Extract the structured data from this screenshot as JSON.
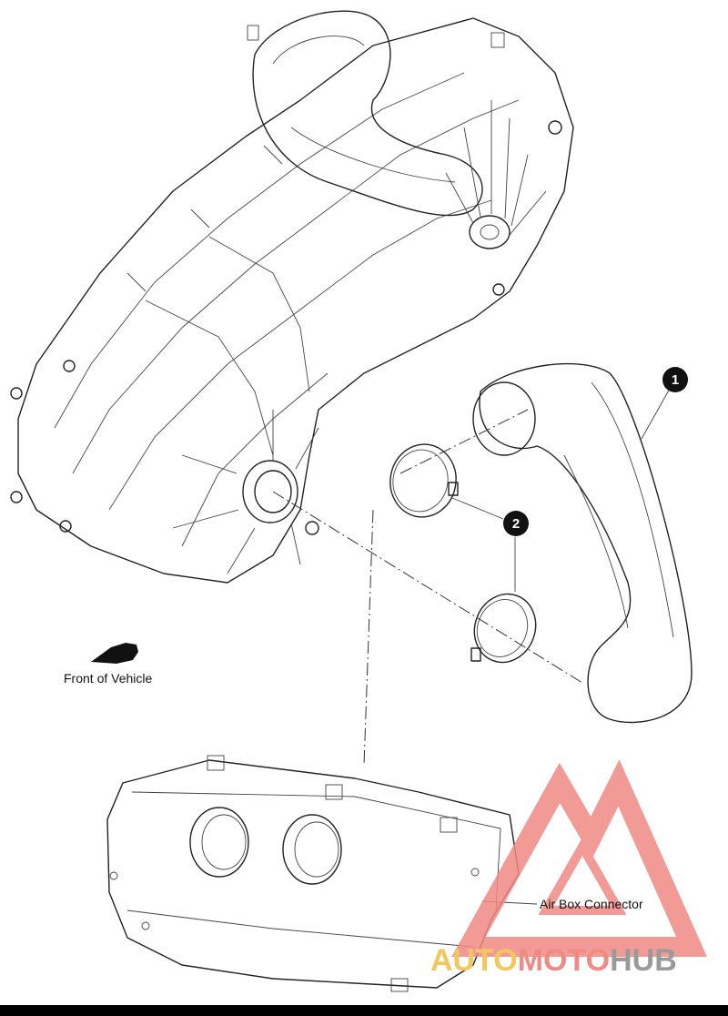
{
  "callouts": [
    {
      "number": "1"
    },
    {
      "number": "2"
    }
  ],
  "labels": {
    "front_of_vehicle": "Front of Vehicle",
    "air_box_connector": "Air Box Connector"
  },
  "watermark": {
    "text_auto": "AUTO",
    "text_moto": "MOTO",
    "text_hub": "HUB",
    "colors": {
      "triangle": "#f08a84",
      "auto": "#f2c75c",
      "moto": "#f08a84",
      "hub": "#9a9a9a"
    }
  },
  "colors": {
    "line": "#222222",
    "callout_fill": "#111111",
    "background": "#ffffff"
  }
}
